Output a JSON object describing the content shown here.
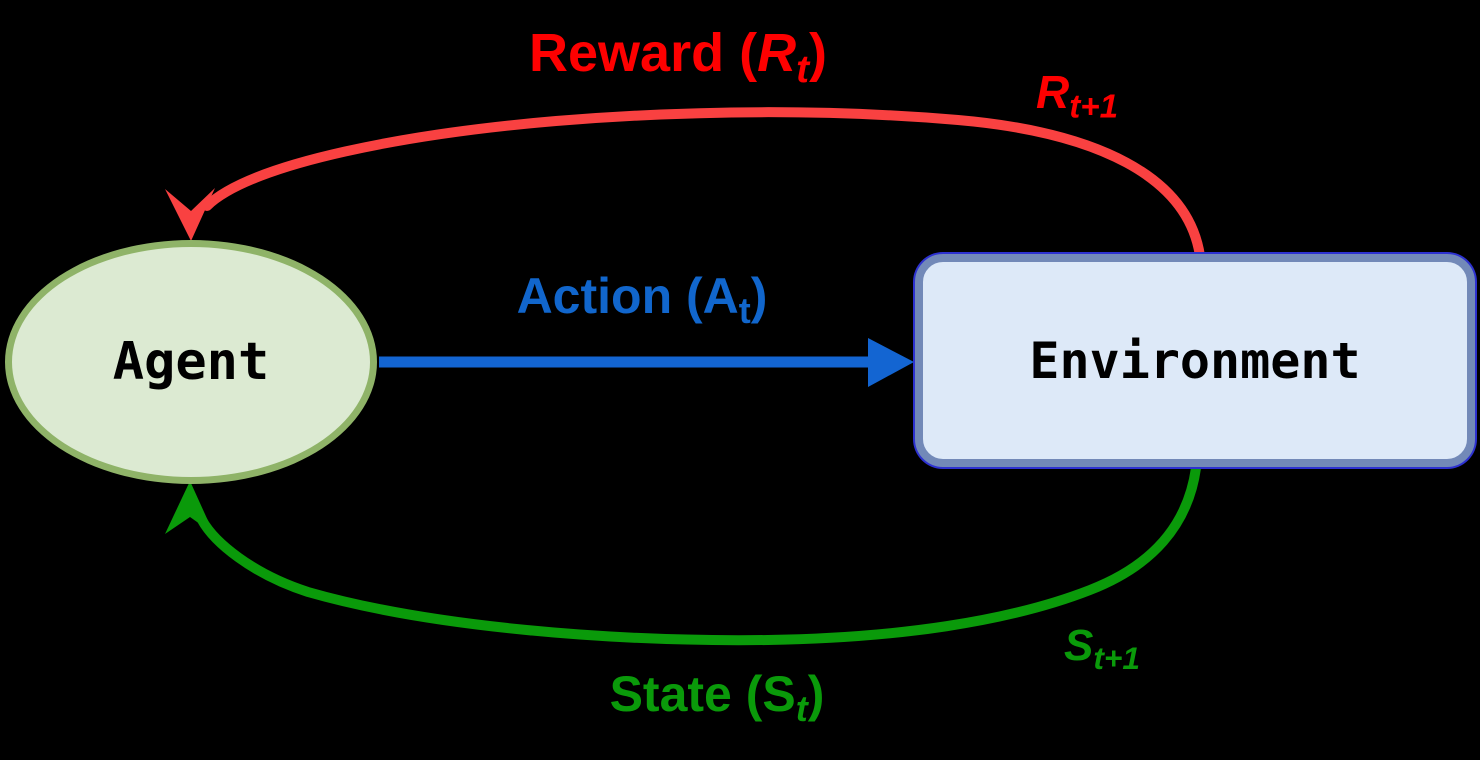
{
  "diagram": {
    "nodes": {
      "agent": {
        "label": "Agent"
      },
      "environment": {
        "label": "Environment"
      }
    },
    "labels": {
      "reward": {
        "word": "Reward (",
        "var": "R",
        "sub": "t",
        "close": ")"
      },
      "action": {
        "word": "Action (",
        "var": "A",
        "sub": "t",
        "close": ")"
      },
      "state": {
        "word": "State (",
        "var": "S",
        "sub": "t",
        "close": ")"
      },
      "reward_next": {
        "var": "R",
        "sub": "t+1"
      },
      "state_next": {
        "var": "S",
        "sub": "t+1"
      }
    }
  },
  "colors": {
    "background": "#000000",
    "reward_line": "#f94141",
    "reward_text": "#fe0000",
    "action_line": "#1365d2",
    "action_text": "#1166cc",
    "state_green": "#0a9a0a",
    "agent_fill": "#dcead2",
    "agent_border": "#8fb368",
    "env_fill": "#dde9f8",
    "env_border": "#7289b8",
    "env_ring": "#2d31d0",
    "node_text": "#000000"
  }
}
